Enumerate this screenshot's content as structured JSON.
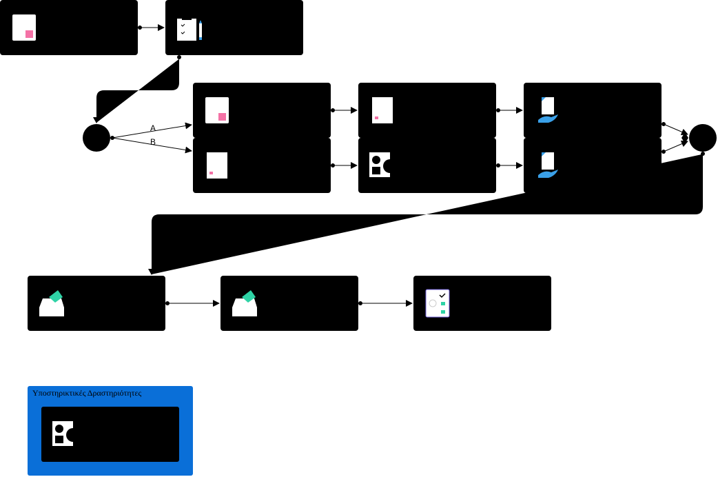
{
  "diagram": {
    "branch_labels": {
      "a": "A",
      "b": "B"
    },
    "group": {
      "title": "Υποστηρικτικές Δραστηριότητες",
      "fill_color": "#0a6fd8"
    },
    "colors": {
      "node_fill": "#000000",
      "accent_pink": "#f472a6",
      "accent_blue": "#3aa0e8",
      "accent_green": "#2fd3a6"
    }
  }
}
